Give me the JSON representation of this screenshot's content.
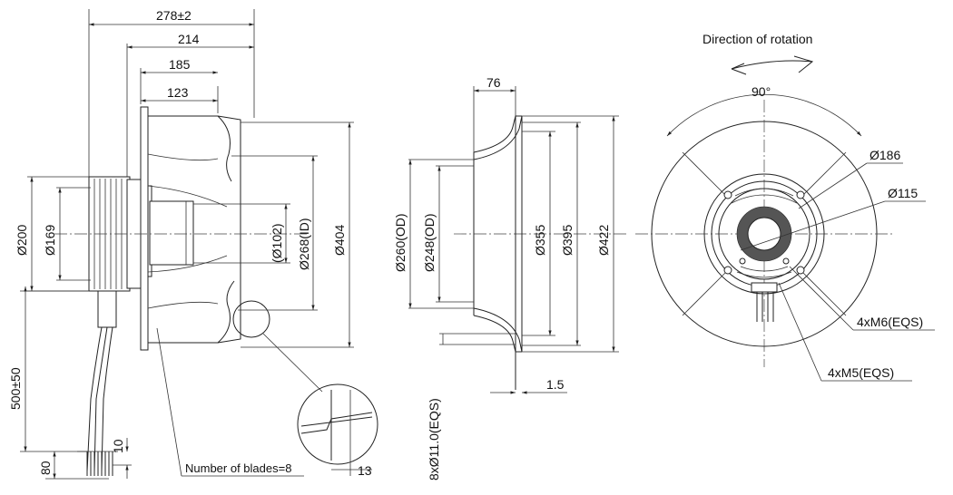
{
  "side_view": {
    "dims": {
      "overall_length": "278±2",
      "length_214": "214",
      "length_185": "185",
      "length_123": "123",
      "dia_200": "Ø200",
      "dia_169": "Ø169",
      "dia_102": "(Ø102)",
      "dia_268": "Ø268(ID)",
      "dia_404": "Ø404",
      "lead_length": "500±50",
      "lead_80": "80",
      "lead_10": "10",
      "detail_13": "13"
    },
    "blade_note": "Number of blades=8"
  },
  "section_view": {
    "dims": {
      "width_76": "76",
      "dia_260": "Ø260(OD)",
      "dia_248": "Ø248(OD)",
      "dia_355": "Ø355",
      "dia_395": "Ø395",
      "dia_422": "Ø422",
      "thickness": "1.5",
      "holes": "8xØ11.0(EQS)"
    }
  },
  "front_view": {
    "rotation_label": "Direction of rotation",
    "angle": "90°",
    "dia_186": "Ø186",
    "dia_115": "Ø115",
    "m6": "4xM6(EQS)",
    "m5": "4xM5(EQS)"
  }
}
